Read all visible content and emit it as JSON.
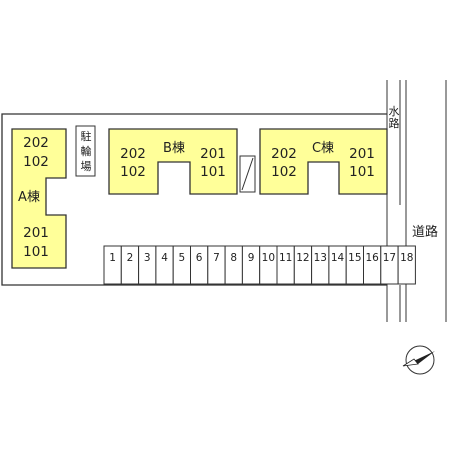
{
  "buildings": {
    "a": {
      "name": "A棟",
      "upper_units": [
        "202",
        "102"
      ],
      "lower_units": [
        "201",
        "101"
      ]
    },
    "b": {
      "name": "B棟",
      "left_units": [
        "202",
        "102"
      ],
      "right_units": [
        "201",
        "101"
      ]
    },
    "c": {
      "name": "C棟",
      "left_units": [
        "202",
        "102"
      ],
      "right_units": [
        "201",
        "101"
      ]
    }
  },
  "bike_parking": [
    "駐",
    "輪",
    "場"
  ],
  "parking": [
    "1",
    "2",
    "3",
    "4",
    "5",
    "6",
    "7",
    "8",
    "9",
    "10",
    "11",
    "12",
    "13",
    "14",
    "15",
    "16",
    "17",
    "18"
  ],
  "waterway": [
    "水",
    "路"
  ],
  "road": "道路",
  "compass": "north-arrow-icon"
}
